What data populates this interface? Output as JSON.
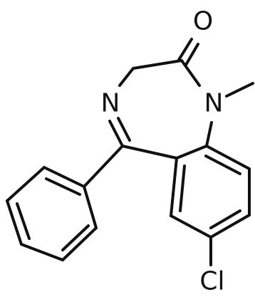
{
  "molecule": {
    "atom_labels": {
      "oxygen": "O",
      "imine_nitrogen": "N",
      "amide_nitrogen": "N",
      "chlorine": "Cl"
    },
    "colors": {
      "bond": "#111111",
      "label": "#111111",
      "background": "#ffffff"
    }
  }
}
